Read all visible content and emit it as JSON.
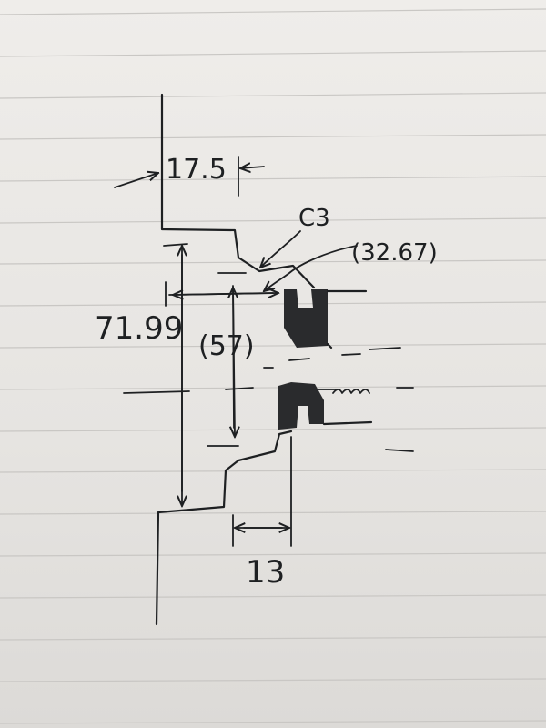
{
  "sketch": {
    "dimensions": {
      "width_top": "17.5",
      "chamfer": "C3",
      "bore": "(32.67)",
      "overall": "71.99",
      "inner": "(57)",
      "width_bottom": "13"
    },
    "colors": {
      "paper": "#ebe9e6",
      "rule_line": "#c9c7c4",
      "ink": "#1e2022"
    }
  }
}
